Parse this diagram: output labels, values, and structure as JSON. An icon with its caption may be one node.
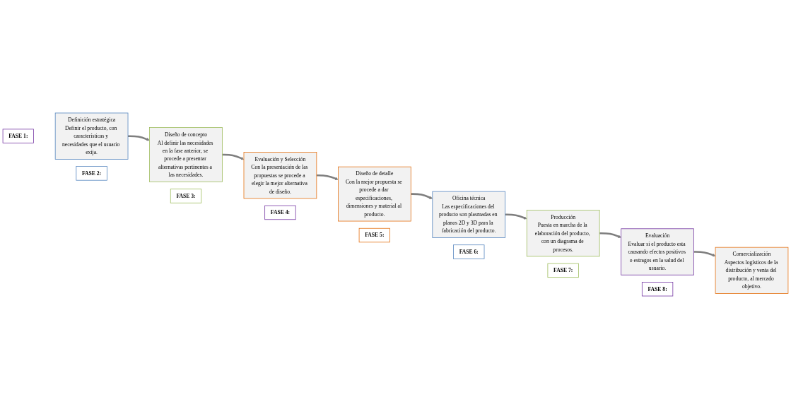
{
  "diagram": {
    "nodes": [
      {
        "text": [
          "FASE 1:"
        ]
      },
      {
        "text": [
          "Definición estratégica",
          "Definir el producto, con características y necesidades que el usuario exija."
        ]
      },
      {
        "text": [
          "FASE 2:"
        ]
      },
      {
        "text": [
          "Diseño de concepto",
          "Al definir las necesidades en la fase anterior, se procede a presentar alternativas pertinentes a las necesidades."
        ]
      },
      {
        "text": [
          "FASE 3:"
        ]
      },
      {
        "text": [
          "Evaluación y Selección",
          "Con la presentación de las propuestas se procede a elegir la mejor alternativa de diseño."
        ]
      },
      {
        "text": [
          "FASE 4:"
        ]
      },
      {
        "text": [
          "Diseño de detalle",
          "Con la mejor propuesta se procede a dar especificaciones, dimensiones y material al producto."
        ]
      },
      {
        "text": [
          "FASE 5:"
        ]
      },
      {
        "text": [
          "Oficina técnica",
          "Las especificaciones del producto son plasmadas en planos 2D y 3D para la fabricación del producto."
        ]
      },
      {
        "text": [
          "FASE 6:"
        ]
      },
      {
        "text": [
          "Producción",
          "Puesta en marcha de la elaboración del producto, con un diagrama de procesos."
        ]
      },
      {
        "text": [
          "FASE 7:"
        ]
      },
      {
        "text": [
          "Evaluación",
          "Evaluar si el producto esta causando efectos positivos o estragos en la salud del usuario."
        ]
      },
      {
        "text": [
          "FASE 8:"
        ]
      },
      {
        "text": [
          "Comercialización",
          "Aspectos logísticos de la distribución y venta del producto, al mercado objetivo."
        ]
      }
    ],
    "edges": [
      {
        "from": 1,
        "to": 3,
        "arrow": "to"
      },
      {
        "from": 3,
        "to": 5,
        "arrow": "to"
      },
      {
        "from": 5,
        "to": 7,
        "arrow": "to"
      },
      {
        "from": 7,
        "to": 9,
        "arrow": "to"
      },
      {
        "from": 9,
        "to": 11,
        "arrow": "to"
      },
      {
        "from": 11,
        "to": 13,
        "arrow": "to"
      },
      {
        "from": 13,
        "to": 15,
        "arrow": "to"
      }
    ]
  }
}
